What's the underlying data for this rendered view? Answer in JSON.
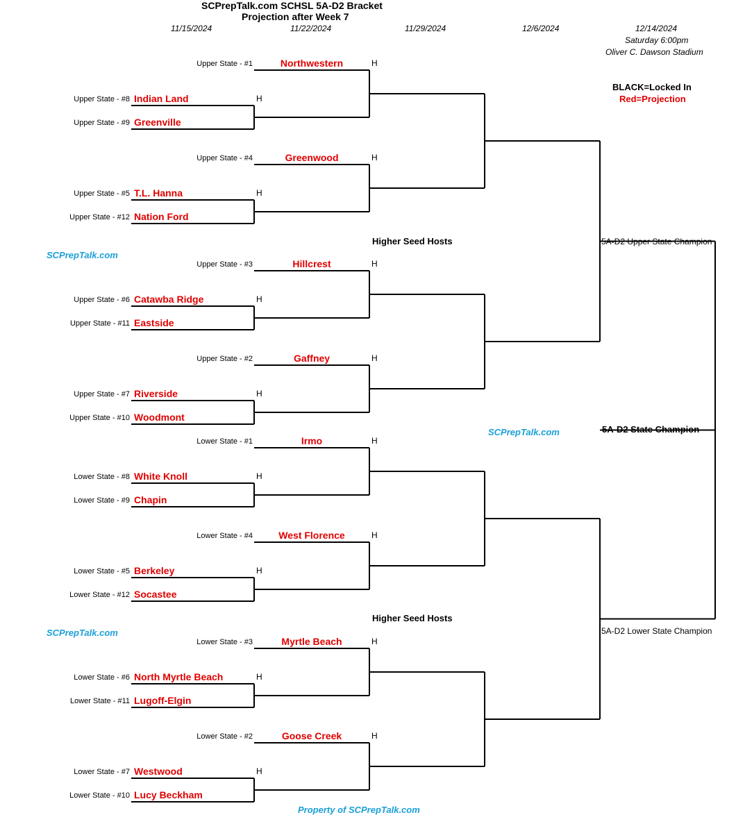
{
  "header": {
    "title": "SCPrepTalk.com SCHSL 5A-D2 Bracket",
    "subtitle": "Projection after Week 7"
  },
  "dates": [
    "11/15/2024",
    "11/22/2024",
    "11/29/2024",
    "12/6/2024",
    "12/14/2024"
  ],
  "final_info": {
    "time": "Saturday 6:00pm",
    "venue": "Oliver C. Dawson Stadium"
  },
  "legend": {
    "locked": "BLACK=Locked In",
    "projection": "Red=Projection"
  },
  "notes": {
    "host_rule": "Higher Seed Hosts",
    "host_marker": "H"
  },
  "branding": {
    "site": "SCPrepTalk.com",
    "footer": "Property of SCPrepTalk.com"
  },
  "champions": {
    "upper": "5A-D2 Upper State Champion",
    "lower": "5A-D2 Lower State Champion",
    "state": "5A-D2 State Champion"
  },
  "upper_state": {
    "quads": [
      {
        "bye": {
          "seed": "Upper State - #1",
          "team": "Northwestern"
        },
        "game": [
          {
            "seed": "Upper State - #8",
            "team": "Indian Land"
          },
          {
            "seed": "Upper State - #9",
            "team": "Greenville"
          }
        ]
      },
      {
        "bye": {
          "seed": "Upper State - #4",
          "team": "Greenwood"
        },
        "game": [
          {
            "seed": "Upper State - #5",
            "team": "T.L. Hanna"
          },
          {
            "seed": "Upper State - #12",
            "team": "Nation Ford"
          }
        ]
      },
      {
        "bye": {
          "seed": "Upper State - #3",
          "team": "Hillcrest"
        },
        "game": [
          {
            "seed": "Upper State - #6",
            "team": "Catawba Ridge"
          },
          {
            "seed": "Upper State - #11",
            "team": "Eastside"
          }
        ]
      },
      {
        "bye": {
          "seed": "Upper State - #2",
          "team": "Gaffney"
        },
        "game": [
          {
            "seed": "Upper State - #7",
            "team": "Riverside"
          },
          {
            "seed": "Upper State - #10",
            "team": "Woodmont"
          }
        ]
      }
    ]
  },
  "lower_state": {
    "quads": [
      {
        "bye": {
          "seed": "Lower State - #1",
          "team": "Irmo"
        },
        "game": [
          {
            "seed": "Lower State - #8",
            "team": "White Knoll"
          },
          {
            "seed": "Lower State - #9",
            "team": "Chapin"
          }
        ]
      },
      {
        "bye": {
          "seed": "Lower State - #4",
          "team": "West Florence"
        },
        "game": [
          {
            "seed": "Lower State - #5",
            "team": "Berkeley"
          },
          {
            "seed": "Lower State - #12",
            "team": "Socastee"
          }
        ]
      },
      {
        "bye": {
          "seed": "Lower State - #3",
          "team": "Myrtle Beach"
        },
        "game": [
          {
            "seed": "Lower State - #6",
            "team": "North Myrtle Beach"
          },
          {
            "seed": "Lower State - #11",
            "team": "Lugoff-Elgin"
          }
        ]
      },
      {
        "bye": {
          "seed": "Lower State - #2",
          "team": "Goose Creek"
        },
        "game": [
          {
            "seed": "Lower State - #7",
            "team": "Westwood"
          },
          {
            "seed": "Lower State - #10",
            "team": "Lucy Beckham"
          }
        ]
      }
    ]
  },
  "colors": {
    "projection": "#e00000",
    "locked": "#000000",
    "brand": "#1aa0d8"
  }
}
